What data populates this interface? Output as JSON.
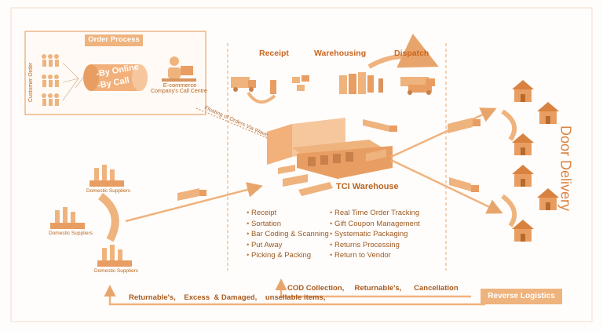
{
  "order_process": {
    "title": "Order Process",
    "customer_order": "Customer Order",
    "by_online": "-By Online",
    "by_call": "-By Call",
    "ecommerce_line1": "E-commerce",
    "ecommerce_line2": "Company's Call Centre"
  },
  "stages": {
    "receipt": "Receipt",
    "warehousing": "Warehousing",
    "dispatch": "Dispatch"
  },
  "wave_label": "Floating of Orders Via Wave",
  "warehouse_label": "TCI Warehouse",
  "services_left": [
    "Receipt",
    "Sortation",
    "Bar Coding & Scanning",
    "Put Away",
    "Picking & Packing"
  ],
  "services_right": [
    "Real Time Order Tracking",
    "Gift Coupon Management",
    "Systematic Packaging",
    "Returns Processing",
    "Return to Vendor"
  ],
  "suppliers": [
    "Domestic Suppliers",
    "Domestic Suppliers",
    "Domestic Suppliers"
  ],
  "door_delivery": "Door Delivery",
  "cod_line": "COD Collection,     Returnable's,      Cancellation",
  "returns_line": "Returnable's,    Excess  & Damaged,    unsellable items,",
  "reverse_logistics": "Reverse Logistics",
  "colors": {
    "accent": "#e8a56b",
    "dark": "#b5651d",
    "box_fill": "#efb37e"
  }
}
